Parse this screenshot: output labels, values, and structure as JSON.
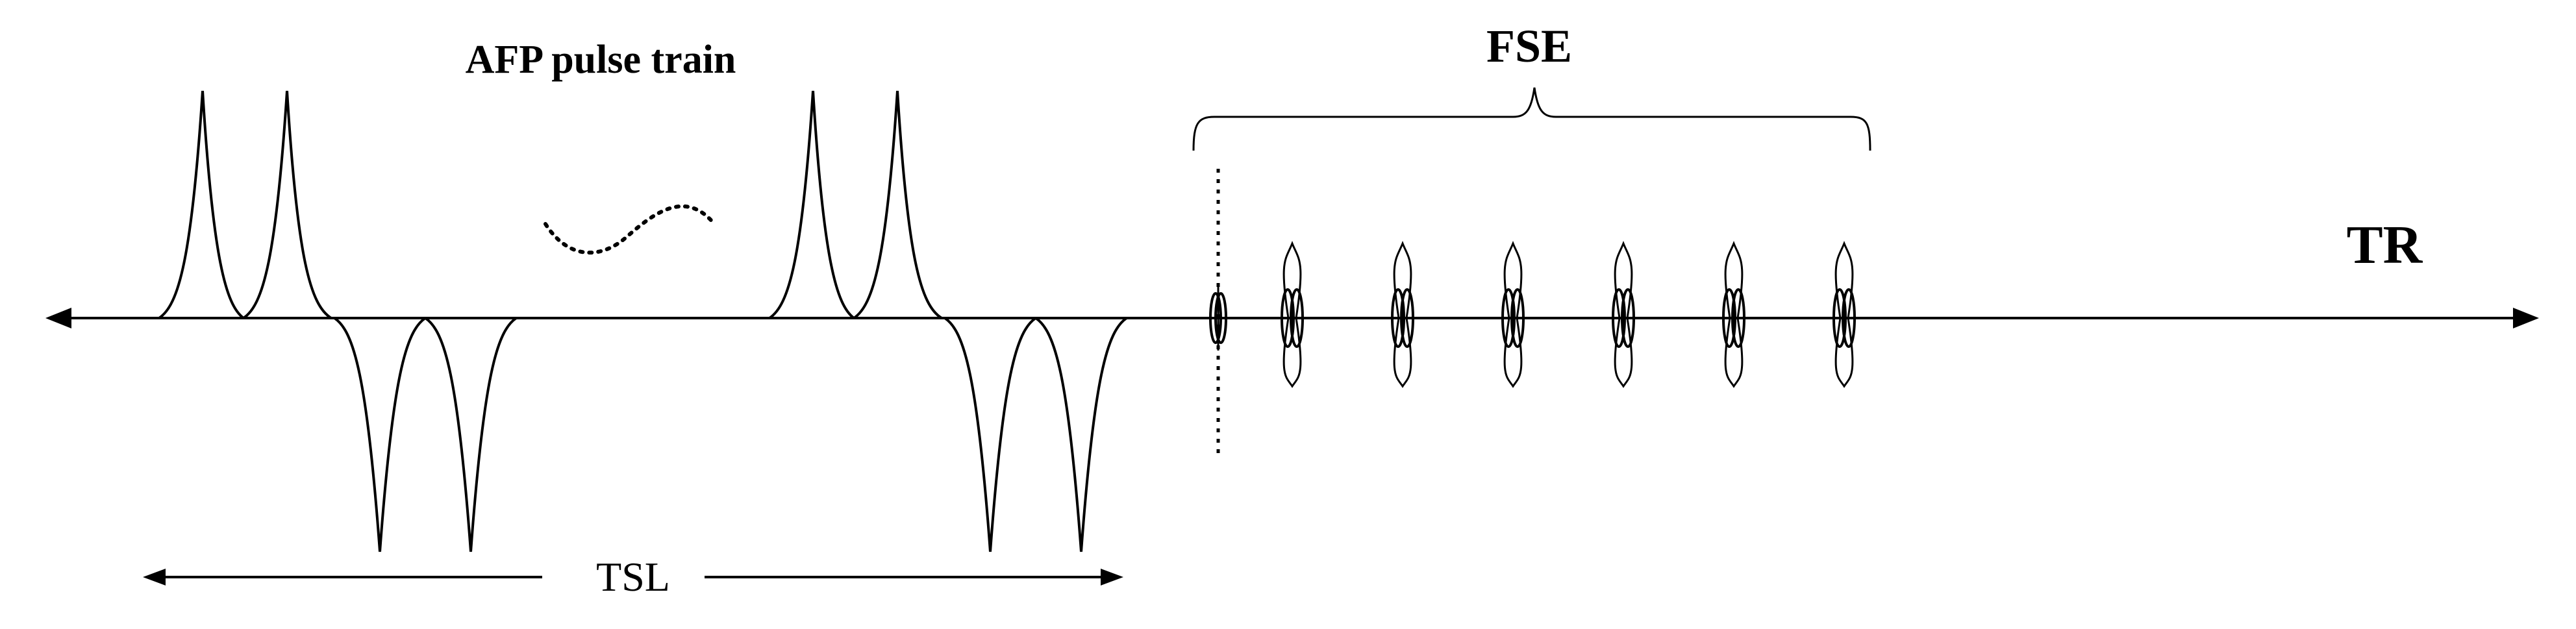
{
  "labels": {
    "afp": "AFP pulse train",
    "fse": "FSE",
    "tr": "TR",
    "tsl": "TSL"
  }
}
